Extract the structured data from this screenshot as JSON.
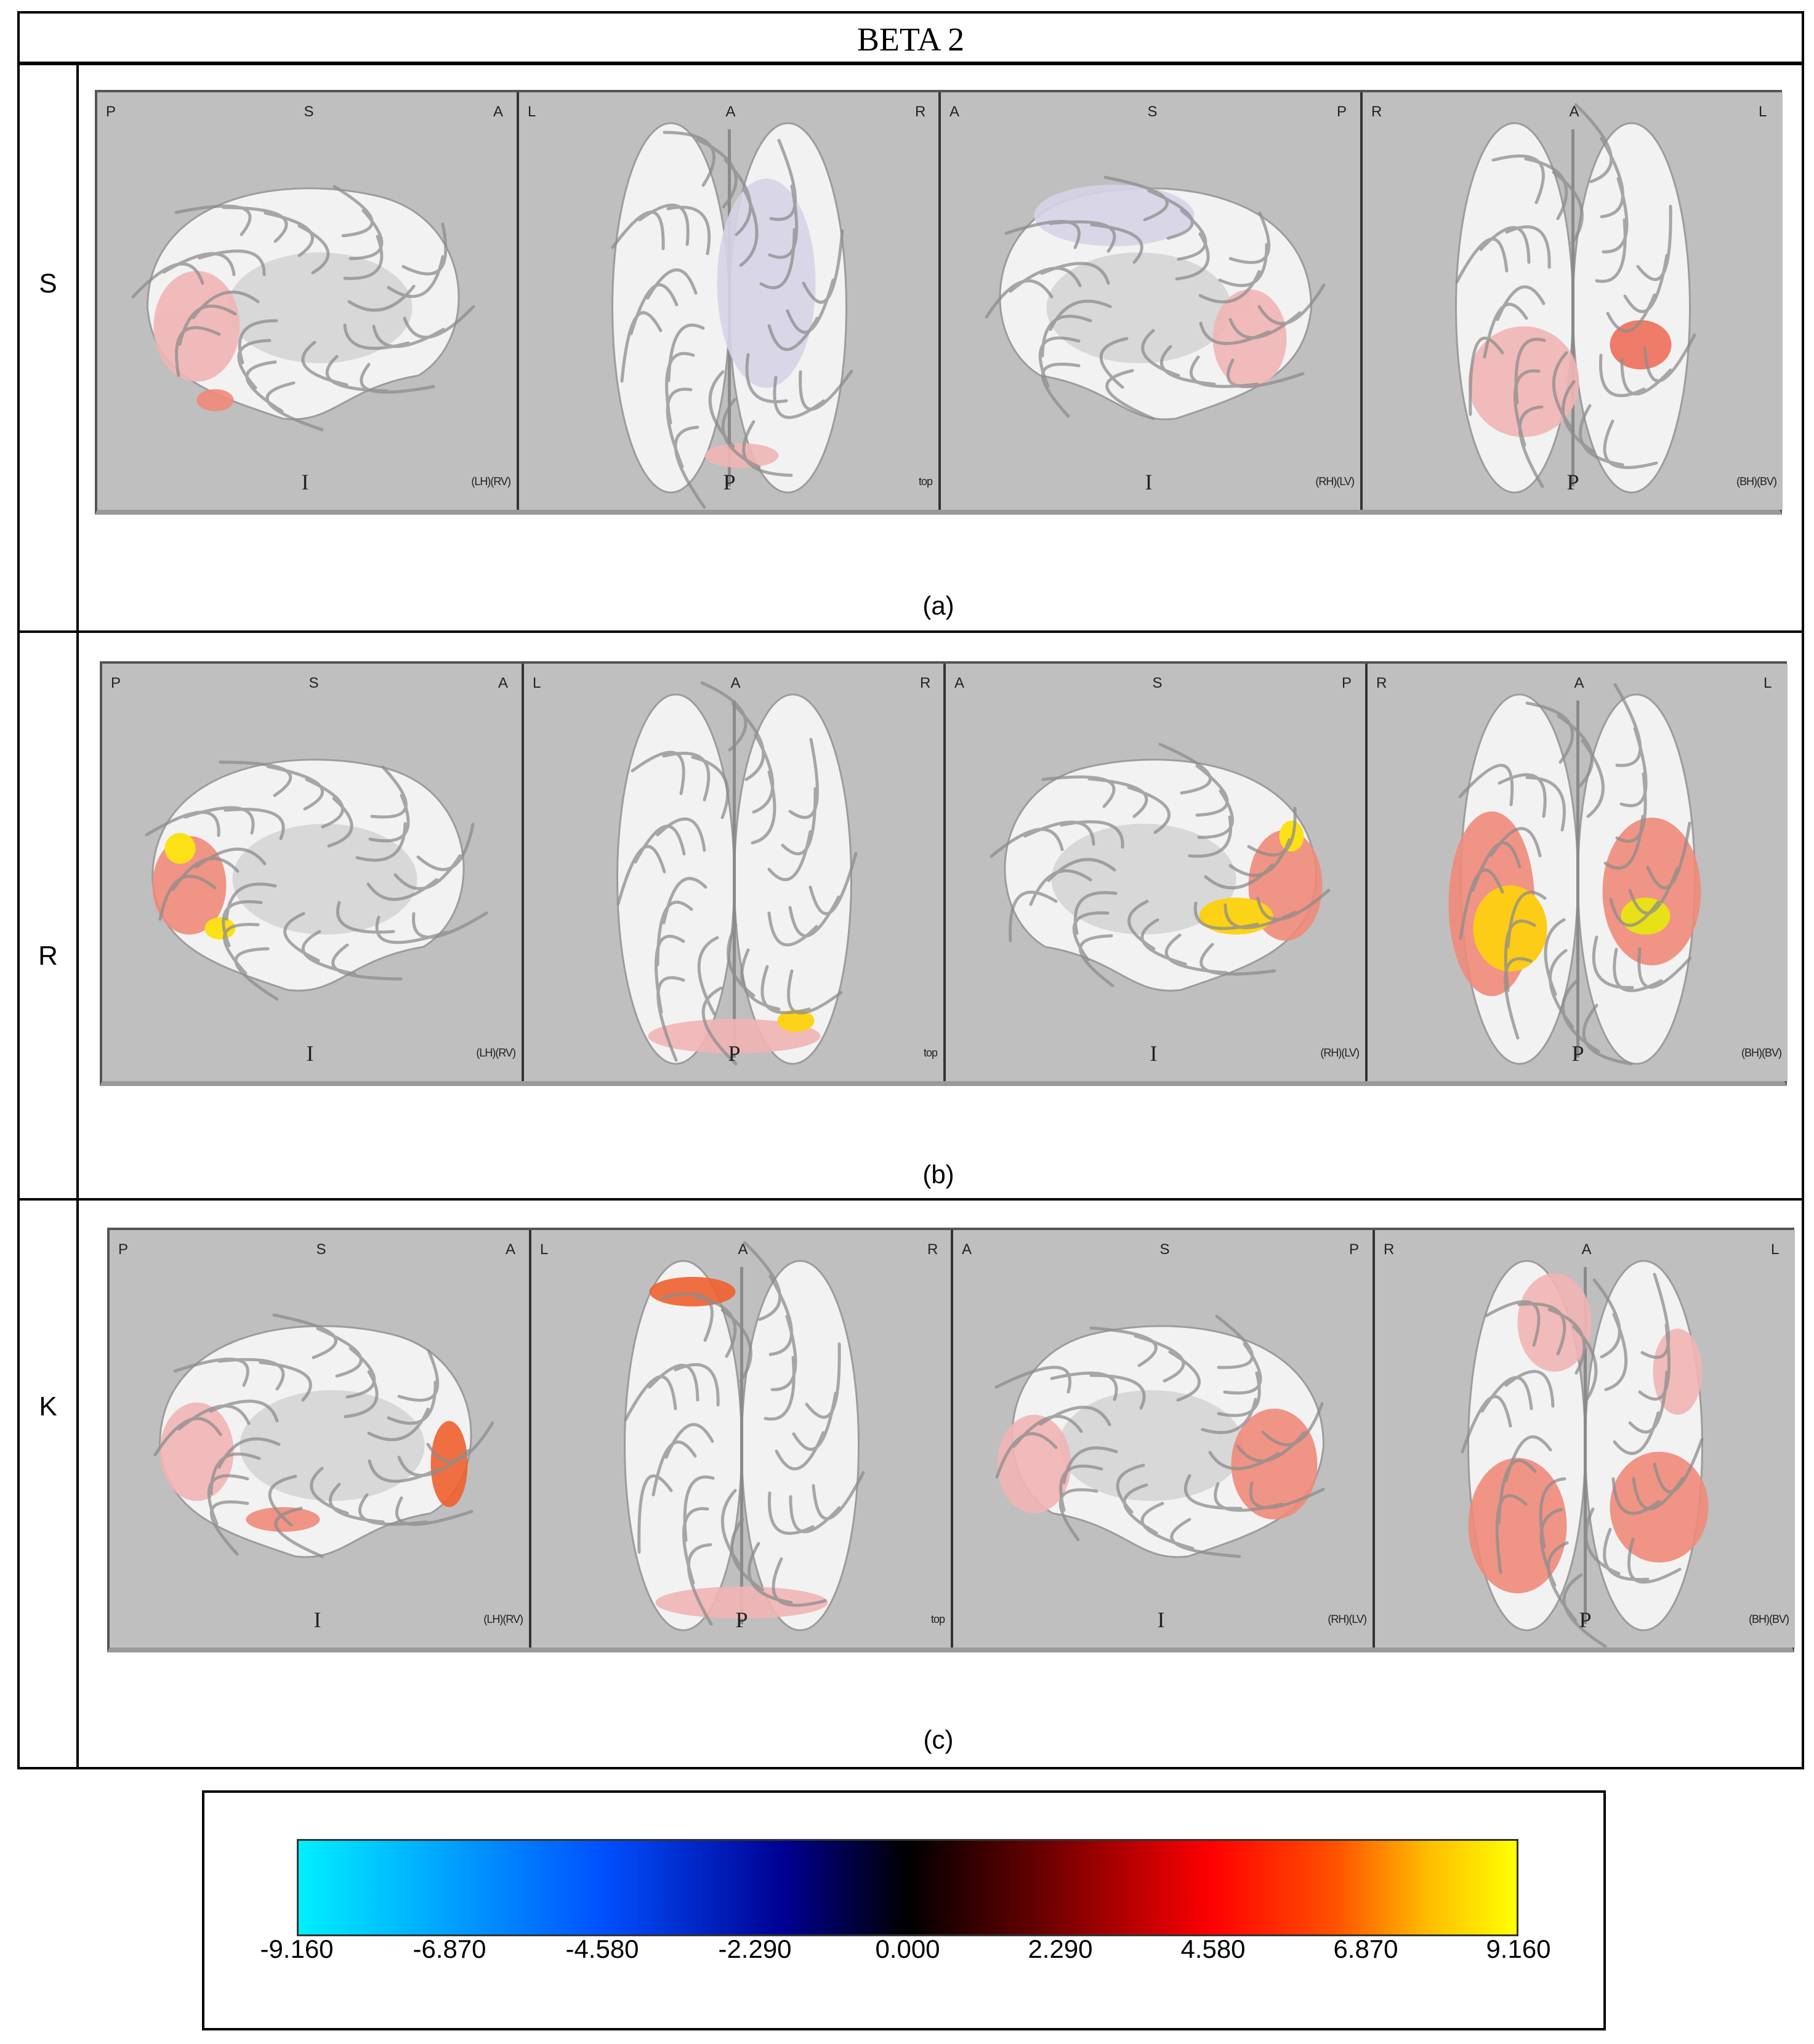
{
  "title": "BETA 2",
  "rows": [
    {
      "label": "S",
      "caption": "(a)"
    },
    {
      "label": "R",
      "caption": "(b)"
    },
    {
      "label": "K",
      "caption": "(c)"
    }
  ],
  "panels": [
    {
      "top_left": "P",
      "top_center": "S",
      "top_right": "A",
      "bottom_center": "I",
      "bottom_right": "(LH)(RV)"
    },
    {
      "top_left": "L",
      "top_center": "A",
      "top_right": "R",
      "bottom_center": "P",
      "bottom_right": "top"
    },
    {
      "top_left": "A",
      "top_center": "S",
      "top_right": "P",
      "bottom_center": "I",
      "bottom_right": "(RH)(LV)"
    },
    {
      "top_left": "R",
      "top_center": "A",
      "top_right": "L",
      "bottom_center": "P",
      "bottom_right": "(BH)(BV)"
    }
  ],
  "colorbar": {
    "ticks": [
      "-9.160",
      "-6.870",
      "-4.580",
      "-2.290",
      "0.000",
      "2.290",
      "4.580",
      "6.870",
      "9.160"
    ],
    "colors": [
      "#00f0ff",
      "#0050ff",
      "#000090",
      "#000000",
      "#600000",
      "#ff0000",
      "#ff5000",
      "#ffc000",
      "#ffff00"
    ]
  }
}
